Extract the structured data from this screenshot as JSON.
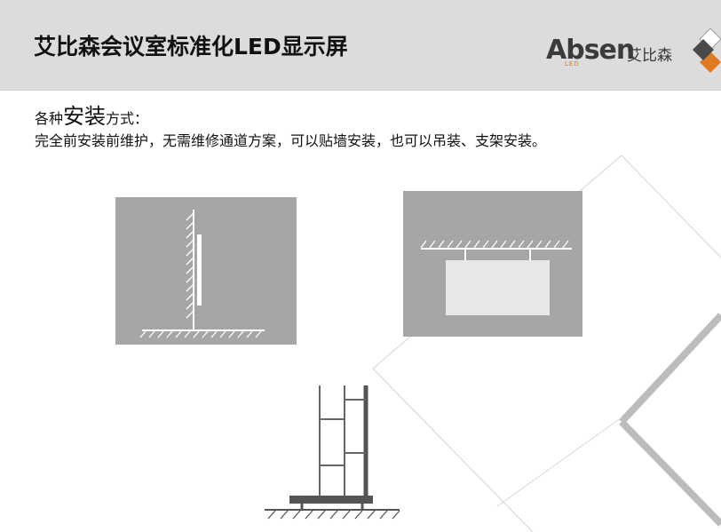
{
  "header": {
    "title": "艾比森会议室标准化LED显示屏",
    "logo": {
      "word": "Absen",
      "sub": "LED",
      "chinese": "艾比森"
    }
  },
  "content": {
    "subtitle_prefix": "各种",
    "subtitle_emphasis": "安装",
    "subtitle_suffix": "方式：",
    "description": "完全前安装前维护，无需维修通道方案，可以贴墙安装，也可以吊装、支架安装。"
  },
  "figures": [
    {
      "name": "wall-mount",
      "fill": "#a5a6a8"
    },
    {
      "name": "ceiling-hang",
      "fill": "#a5a6a8"
    },
    {
      "name": "bracket-mount",
      "fill": "#ffffff"
    }
  ],
  "colors": {
    "header_bg": "#dcdcdc",
    "diagram_gray": "#a5a6a8",
    "screen_white": "#e8e8ea",
    "brand_orange": "#e07a20",
    "deco_line": "#c8c8c8"
  }
}
